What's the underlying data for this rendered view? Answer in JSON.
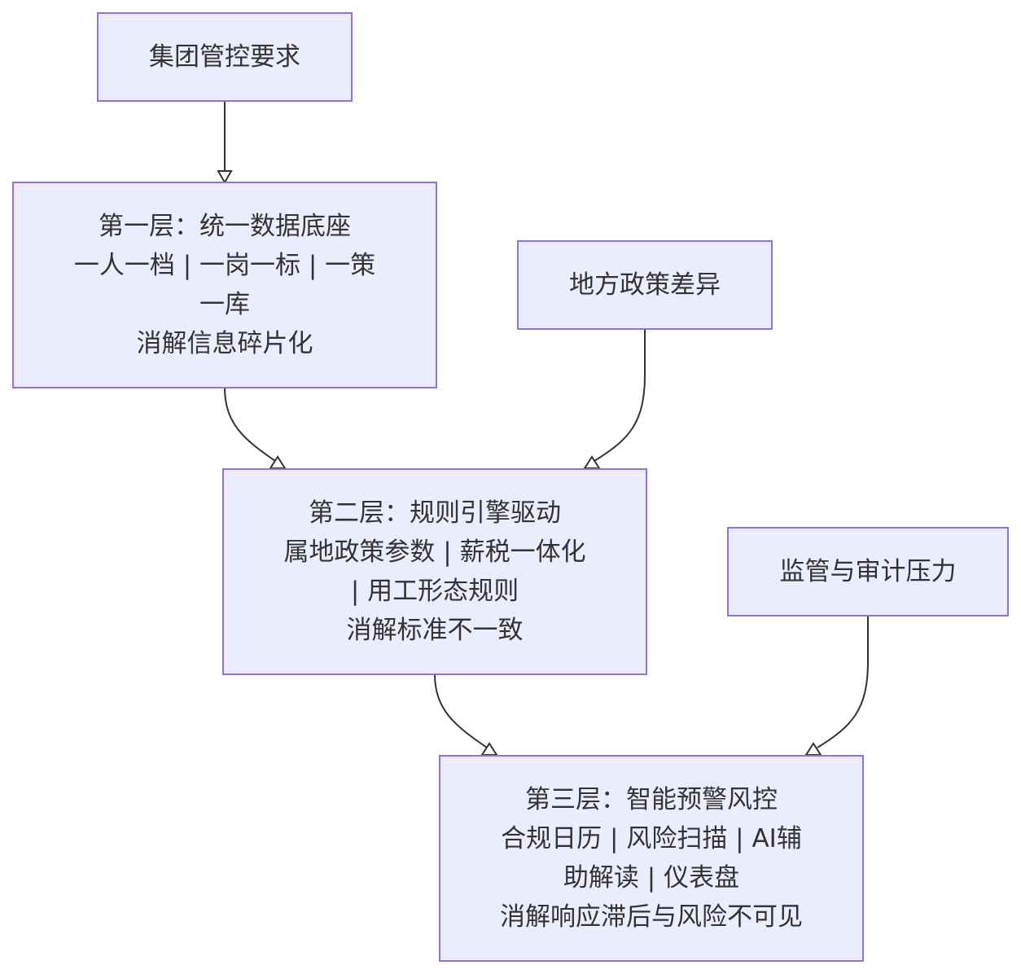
{
  "nodes": {
    "group_control": {
      "lines": [
        "集团管控要求"
      ]
    },
    "layer1": {
      "lines": [
        "第一层：统一数据底座",
        "一人一档 | 一岗一标 | 一策",
        "一库",
        "消解信息碎片化"
      ]
    },
    "local_policy": {
      "lines": [
        "地方政策差异"
      ]
    },
    "layer2": {
      "lines": [
        "第二层：规则引擎驱动",
        "属地政策参数 | 薪税一体化",
        "| 用工形态规则",
        "消解标准不一致"
      ]
    },
    "regulation": {
      "lines": [
        "监管与审计压力"
      ]
    },
    "layer3": {
      "lines": [
        "第三层：智能预警风控",
        "合规日历 | 风险扫描 | AI辅",
        "助解读 | 仪表盘",
        "消解响应滞后与风险不可见"
      ]
    }
  },
  "edges": [
    {
      "from": "group_control",
      "to": "layer1"
    },
    {
      "from": "layer1",
      "to": "layer2"
    },
    {
      "from": "local_policy",
      "to": "layer2"
    },
    {
      "from": "layer2",
      "to": "layer3"
    },
    {
      "from": "regulation",
      "to": "layer3"
    }
  ],
  "colors": {
    "node_fill": "#ececff",
    "node_border": "#9370db",
    "edge": "#333333",
    "text": "#333333"
  }
}
